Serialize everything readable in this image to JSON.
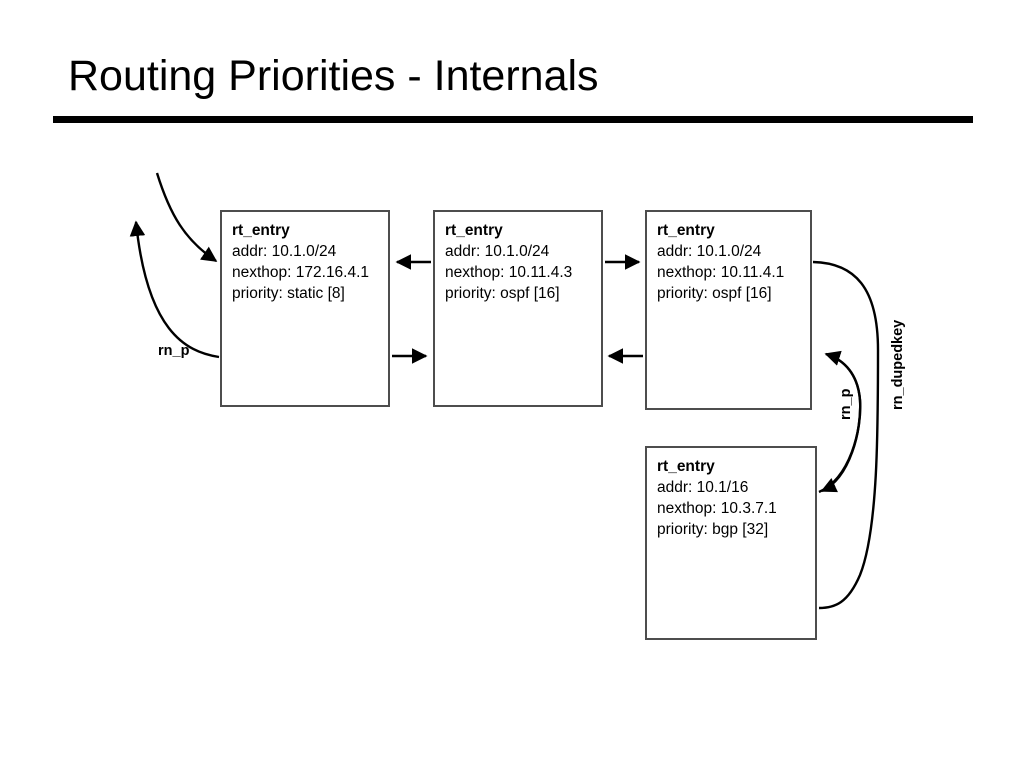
{
  "slide": {
    "title": "Routing Priorities - Internals"
  },
  "diagram": {
    "type": "linked-list-structure",
    "nodes": [
      {
        "id": "node-1",
        "title": "rt_entry",
        "lines": [
          "addr: 10.1.0/24",
          "nexthop: 172.16.4.1",
          "priority: static [8]"
        ]
      },
      {
        "id": "node-2",
        "title": "rt_entry",
        "lines": [
          "addr: 10.1.0/24",
          "nexthop: 10.11.4.3",
          "priority: ospf [16]"
        ]
      },
      {
        "id": "node-3",
        "title": "rt_entry",
        "lines": [
          "addr: 10.1.0/24",
          "nexthop: 10.11.4.1",
          "priority: ospf [16]"
        ]
      },
      {
        "id": "node-4",
        "title": "rt_entry",
        "lines": [
          "addr: 10.1/16",
          "nexthop: 10.3.7.1",
          "priority: bgp [32]"
        ]
      }
    ],
    "edge_labels": {
      "rn_p_left": "rn_p",
      "rn_p_right": "rn_p",
      "rn_dupedkey": "rn_dupedkey"
    }
  },
  "colors": {
    "background": "#ffffff",
    "text": "#000000",
    "box_border": "#4d4d4d",
    "rule": "#000000",
    "edge": "#000000"
  }
}
